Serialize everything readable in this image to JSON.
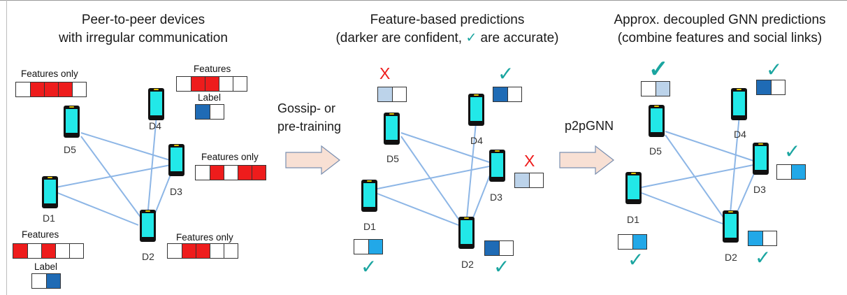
{
  "panels": {
    "left": {
      "title_line1": "Peer-to-peer devices",
      "title_line2": "with irregular communication"
    },
    "middle": {
      "title_line1": "Feature-based predictions",
      "title_line2_prefix": "(darker are confident, ",
      "title_line2_check": "✓",
      "title_line2_suffix": " are accurate)"
    },
    "right": {
      "title_line1": "Approx. decoupled GNN predictions",
      "title_line2": "(combine features and social links)"
    }
  },
  "arrows": {
    "step1_line1": "Gossip- or",
    "step1_line2": "pre-training",
    "step2": "p2pGNN"
  },
  "devices": [
    "D1",
    "D2",
    "D3",
    "D4",
    "D5"
  ],
  "labels": {
    "features_only": "Features only",
    "features": "Features",
    "label": "Label"
  },
  "symbols": {
    "check": "✓",
    "wrong": "X"
  },
  "colors": {
    "feature_red": "#ee1c1c",
    "label_dark_blue": "#1f6bb5",
    "pred_light_blue": "#bcd3ea",
    "pred_mid_blue": "#22a8e8",
    "check_teal": "#1aa5a0",
    "edge_blue": "#8db6e6",
    "arrow_fill": "#f8e0d4",
    "phone_screen": "#22e8e8"
  },
  "vectors": {
    "left": {
      "D5_features": [
        "empty",
        "red",
        "red",
        "red",
        "empty"
      ],
      "D4_features": [
        "empty",
        "red",
        "red",
        "empty",
        "empty"
      ],
      "D4_label": [
        "dark_blue",
        "empty"
      ],
      "D3_features": [
        "empty",
        "red",
        "empty",
        "red",
        "red"
      ],
      "D1_features": [
        "red",
        "empty",
        "red",
        "empty",
        "empty"
      ],
      "D1_label": [
        "empty",
        "dark_blue"
      ],
      "D2_features": [
        "empty",
        "red",
        "red",
        "empty",
        "empty"
      ]
    },
    "middle": {
      "D5_pred": [
        "light_blue",
        "empty"
      ],
      "D4_pred": [
        "dark_blue",
        "empty"
      ],
      "D3_pred": [
        "light_blue",
        "empty"
      ],
      "D1_pred": [
        "empty",
        "mid_blue"
      ],
      "D2_pred": [
        "dark_blue",
        "empty"
      ]
    },
    "right": {
      "D5_pred": [
        "empty",
        "light_blue"
      ],
      "D4_pred": [
        "dark_blue",
        "empty"
      ],
      "D3_pred": [
        "empty",
        "mid_blue"
      ],
      "D1_pred": [
        "empty",
        "mid_blue"
      ],
      "D2_pred": [
        "mid_blue",
        "empty"
      ]
    }
  }
}
